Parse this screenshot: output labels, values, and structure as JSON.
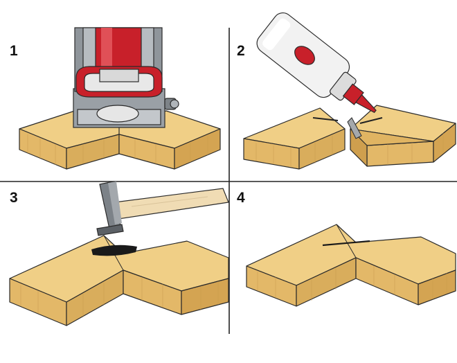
{
  "panels": [
    {
      "number": "1",
      "illustration": "biscuit-joiner-cutting-slot"
    },
    {
      "number": "2",
      "illustration": "glue-bottle-applying-glue"
    },
    {
      "number": "3",
      "illustration": "hammer-driving-connector"
    },
    {
      "number": "4",
      "illustration": "finished-mitre-joint"
    }
  ],
  "colors": {
    "wood_top": "#f0cf86",
    "wood_front": "#e3b868",
    "wood_side": "#d4a452",
    "wood_grain": "#c89a4e",
    "outline": "#2a2a2a",
    "divider": "#222222",
    "tool_red": "#c8202a",
    "tool_gray": "#9aa0a6",
    "tool_dark": "#555a60",
    "bottle_white": "#f2f2f2",
    "hammer_handle": "#f0dcb4",
    "hammer_head": "#7c8288",
    "connector": "#1a1a1a"
  }
}
